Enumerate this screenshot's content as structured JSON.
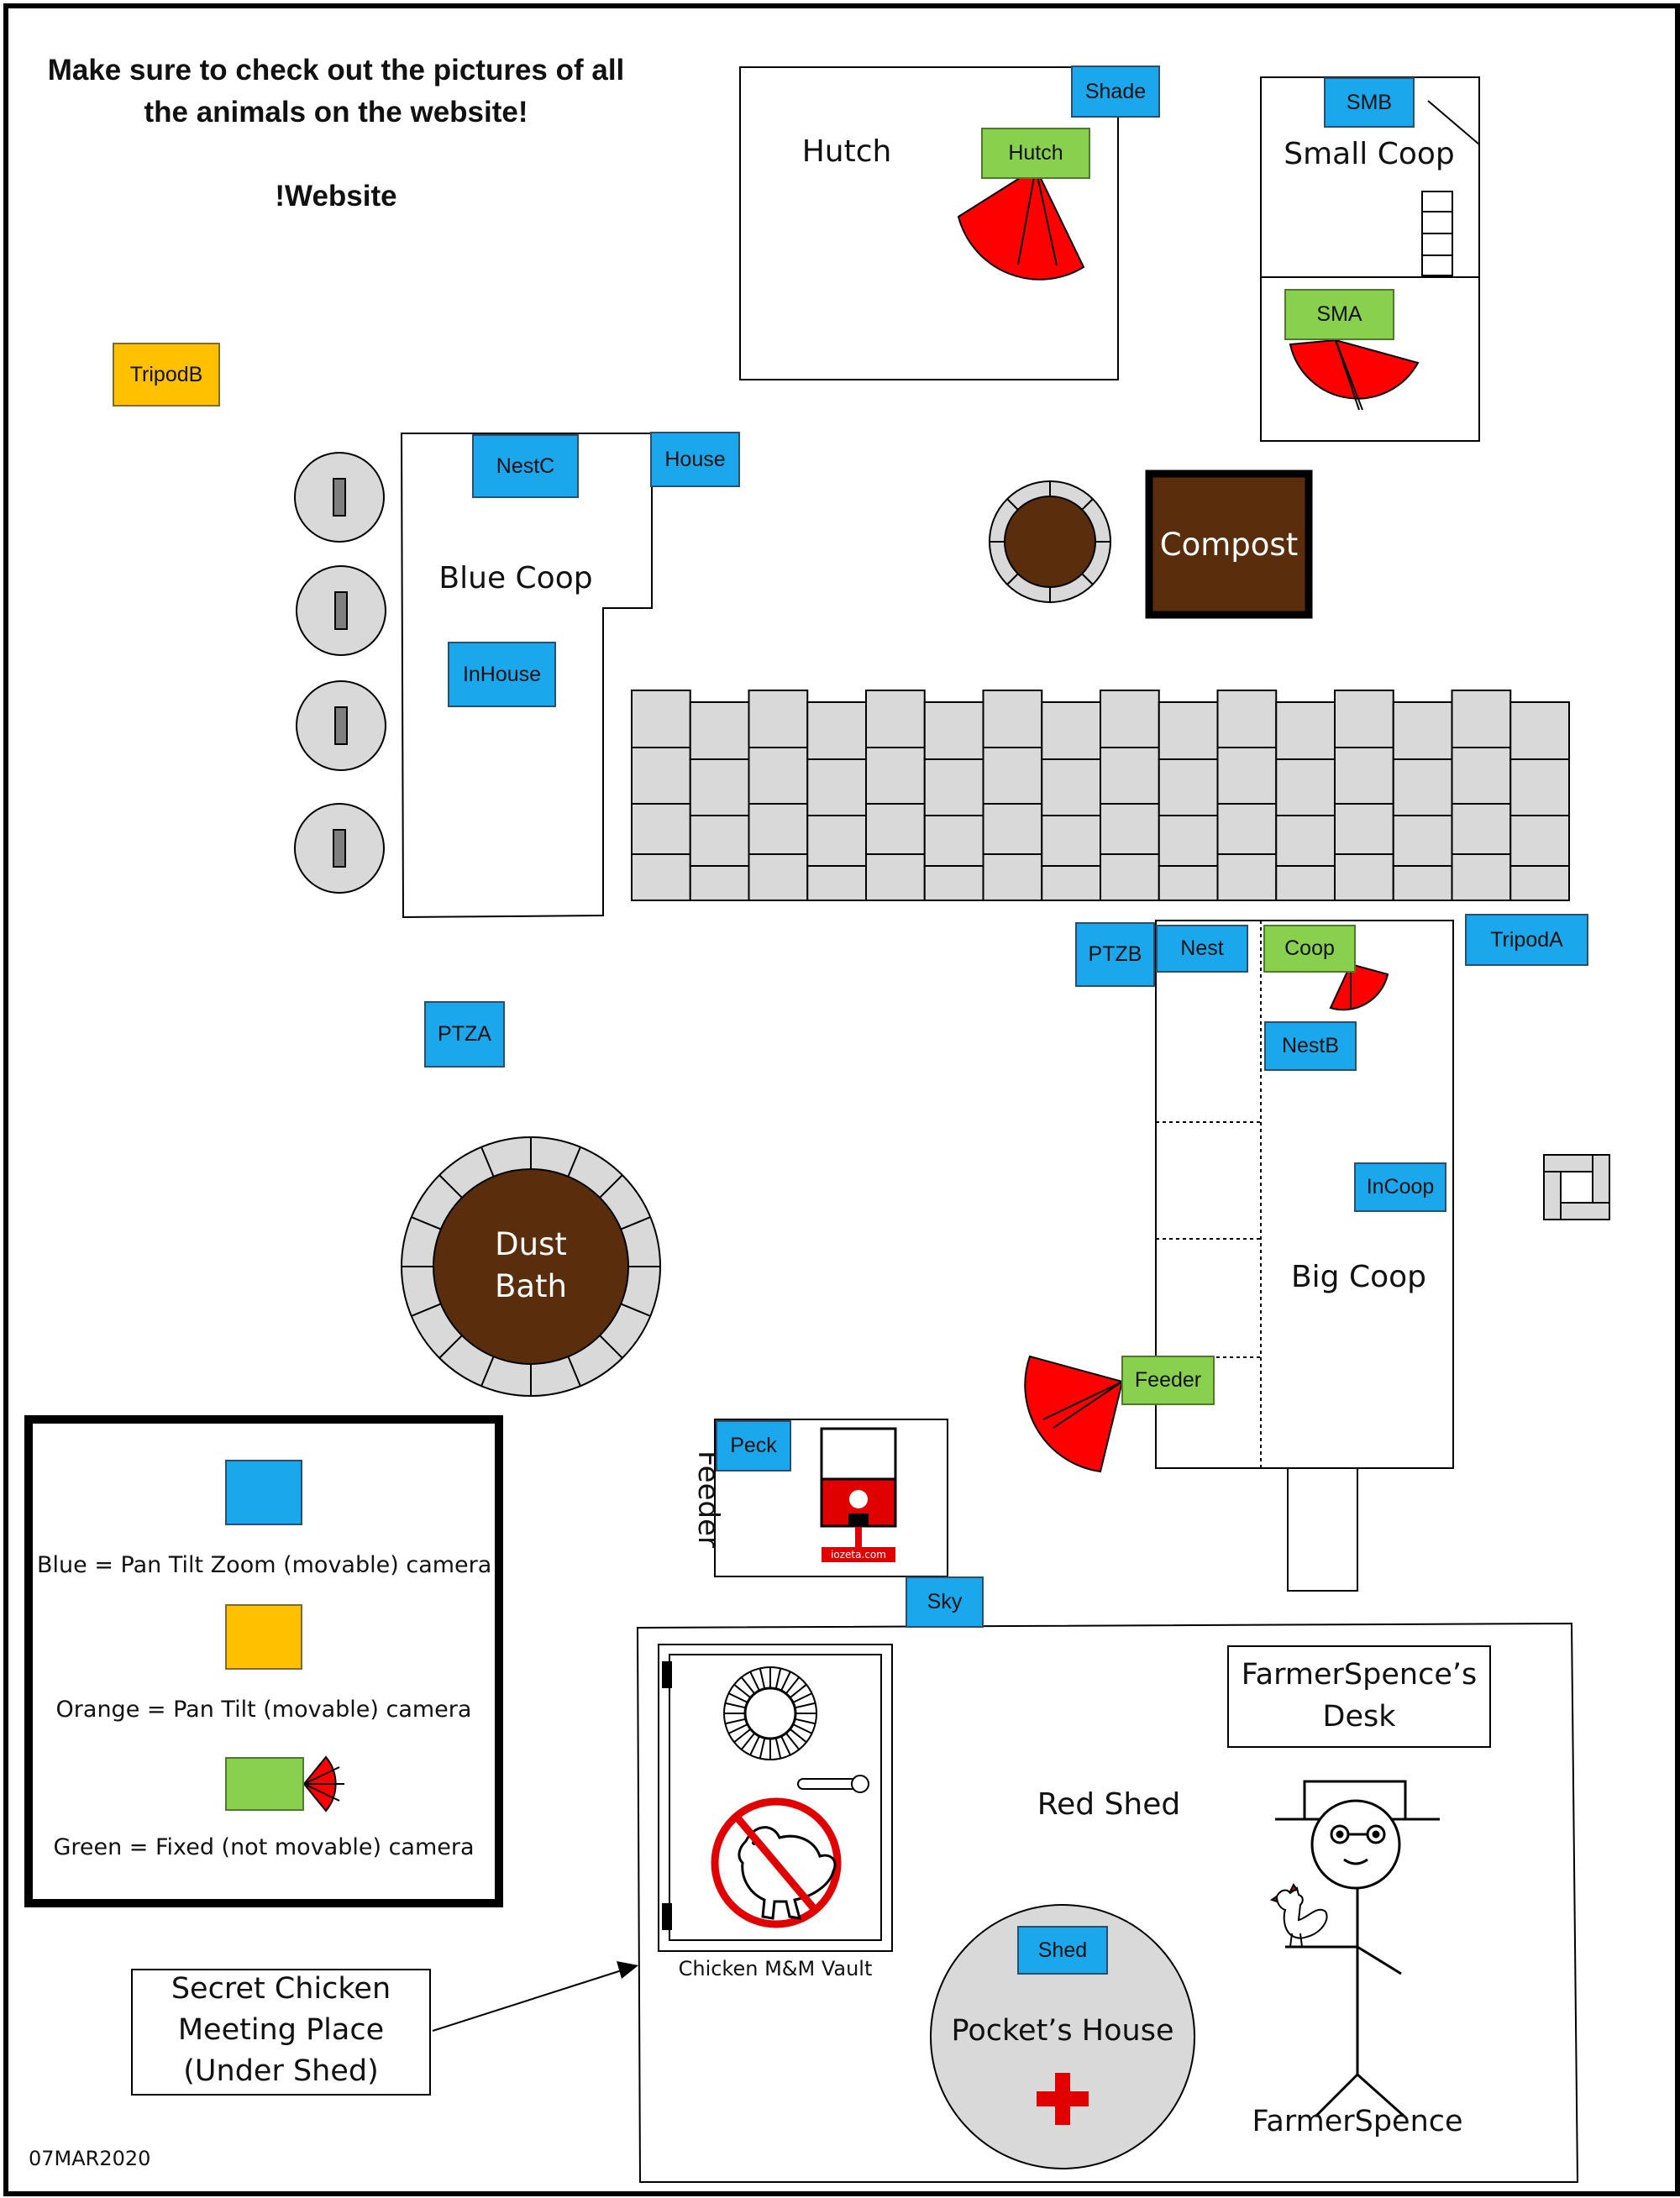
{
  "header": {
    "line1": "Make sure to check out the pictures of all",
    "line2": "the animals on the website!",
    "link": "!Website"
  },
  "areas": {
    "hutch": "Hutch",
    "small_coop": "Small Coop",
    "blue_coop": "Blue Coop",
    "compost": "Compost",
    "dust_bath_1": "Dust",
    "dust_bath_2": "Bath",
    "big_coop": "Big Coop",
    "feeder": "Feeder",
    "red_shed": "Red Shed",
    "desk_1": "FarmerSpence’s",
    "desk_2": "Desk",
    "vault": "Chicken M&M Vault",
    "pockets_house": "Pocket’s House",
    "farmer": "FarmerSpence",
    "secret_1": "Secret Chicken",
    "secret_2": "Meeting Place",
    "secret_3": "(Under Shed)",
    "feeder_brand": "iozeta.com"
  },
  "cameras": {
    "shade": "Shade",
    "hutch": "Hutch",
    "smb": "SMB",
    "sma": "SMA",
    "tripodb": "TripodB",
    "nestc": "NestC",
    "house": "House",
    "inhouse": "InHouse",
    "ptzb": "PTZB",
    "nest": "Nest",
    "coop": "Coop",
    "tripoda": "TripodA",
    "nestb": "NestB",
    "ptza": "PTZA",
    "incoop": "InCoop",
    "feeder": "Feeder",
    "peck": "Peck",
    "sky": "Sky",
    "shed": "Shed"
  },
  "legend": {
    "blue": "Blue = Pan Tilt Zoom (movable) camera",
    "orange": "Orange = Pan Tilt (movable) camera",
    "green": "Green = Fixed (not movable) camera"
  },
  "date": "07MAR2020",
  "colors": {
    "ptz_blue": "#1aa7ec",
    "pt_orange": "#ffc000",
    "fixed_green": "#8ad04f",
    "fov_red": "#ff0000",
    "earth_brown": "#5a2d0c",
    "stone_gray": "#d9d9d9"
  }
}
